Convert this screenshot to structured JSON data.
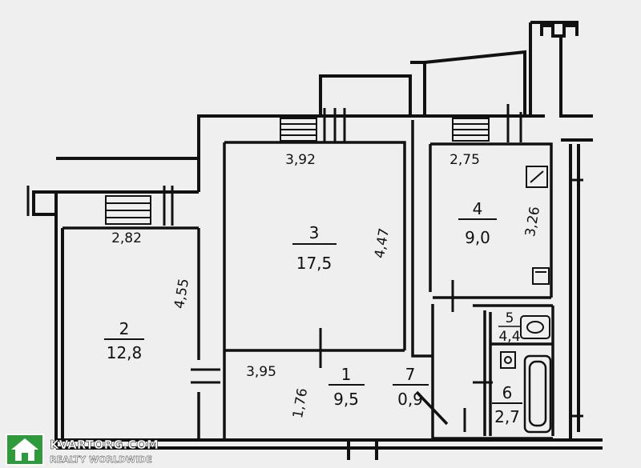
{
  "rooms": [
    {
      "number": "1",
      "area": "9,5"
    },
    {
      "number": "2",
      "area": "12,8"
    },
    {
      "number": "3",
      "area": "17,5"
    },
    {
      "number": "4",
      "area": "9,0"
    },
    {
      "number": "5",
      "area": "4,4"
    },
    {
      "number": "6",
      "area": "2,7"
    },
    {
      "number": "7",
      "area": "0,9"
    }
  ],
  "dimensions": [
    "2,82",
    "4,55",
    "3,92",
    "4,47",
    "2,75",
    "3,26",
    "3,95",
    "1,76"
  ],
  "watermark": {
    "site": "KVARTORG.COM",
    "tagline": "REALTY WORLDWIDE"
  },
  "colors": {
    "ink": "#111111",
    "paper": "#efefef",
    "logo_green": "#2e9a3c"
  }
}
